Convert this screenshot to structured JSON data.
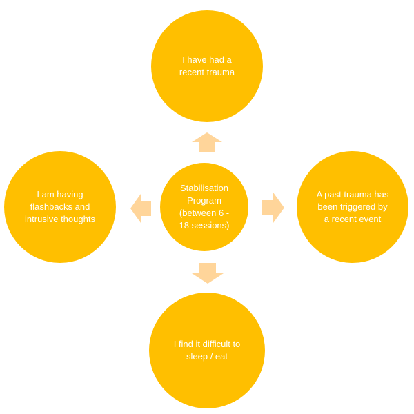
{
  "colors": {
    "circle_fill": "#FFBF00",
    "arrow_fill": "#FFD59A",
    "text": "#FFFFFF"
  },
  "diagram": {
    "center": {
      "text": "Stabilisation\nProgram\n(between 6 -\n18 sessions)"
    },
    "top": {
      "text": "I have had a\nrecent trauma"
    },
    "left": {
      "text": "I am having\nflashbacks and\nintrusive thoughts"
    },
    "right": {
      "text": "A past trauma has\nbeen triggered by\na recent event"
    },
    "bottom": {
      "text": "I find it difficult to\nsleep / eat"
    }
  }
}
